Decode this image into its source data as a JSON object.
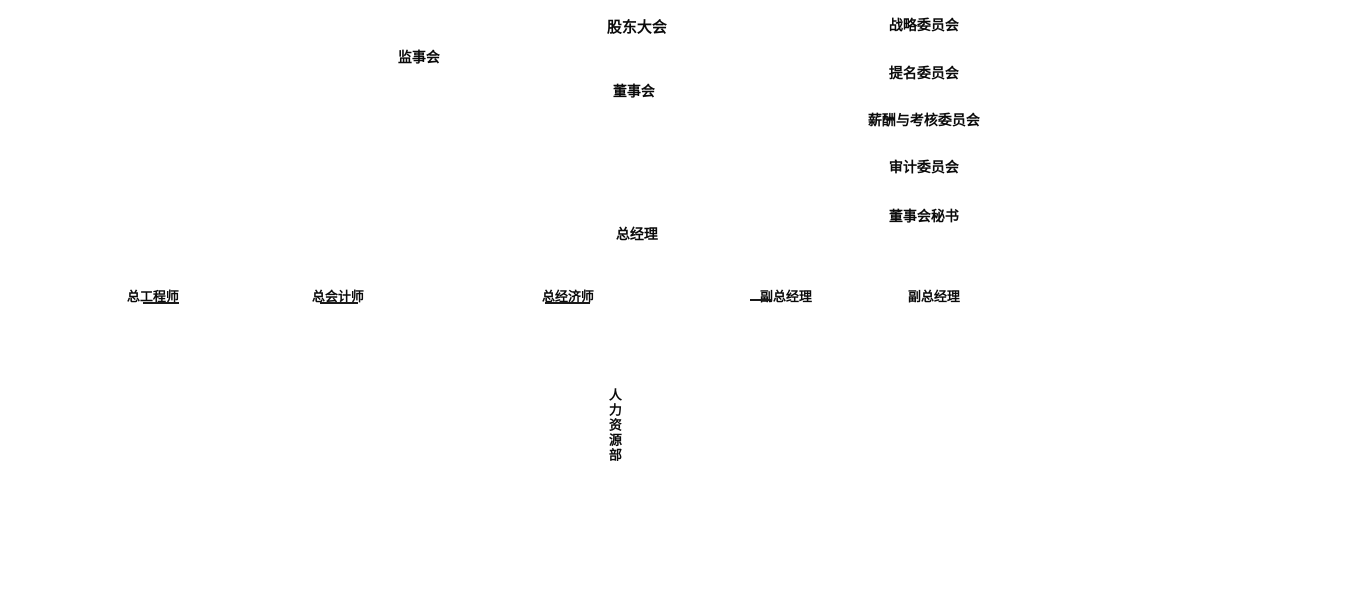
{
  "org_chart": {
    "governance": {
      "shareholders_meeting": "股东大会",
      "supervisory_board": "监事会",
      "board_of_directors": "董事会"
    },
    "committees": [
      {
        "label": "战略委员会"
      },
      {
        "label": "提名委员会"
      },
      {
        "label": "薪酬与考核委员会"
      },
      {
        "label": "审计委员会"
      },
      {
        "label": "董事会秘书"
      }
    ],
    "management": {
      "general_manager": "总经理"
    },
    "executives": [
      {
        "label": "总工程师"
      },
      {
        "label": "总会计师"
      },
      {
        "label": "总经济师"
      },
      {
        "label": "副总经理"
      },
      {
        "label": "副总经理"
      }
    ],
    "departments": [
      {
        "label": "人力资源部"
      }
    ],
    "colors": {
      "text": "#0a0a0a",
      "background": "#ffffff",
      "line": "#1a1a1a"
    }
  }
}
